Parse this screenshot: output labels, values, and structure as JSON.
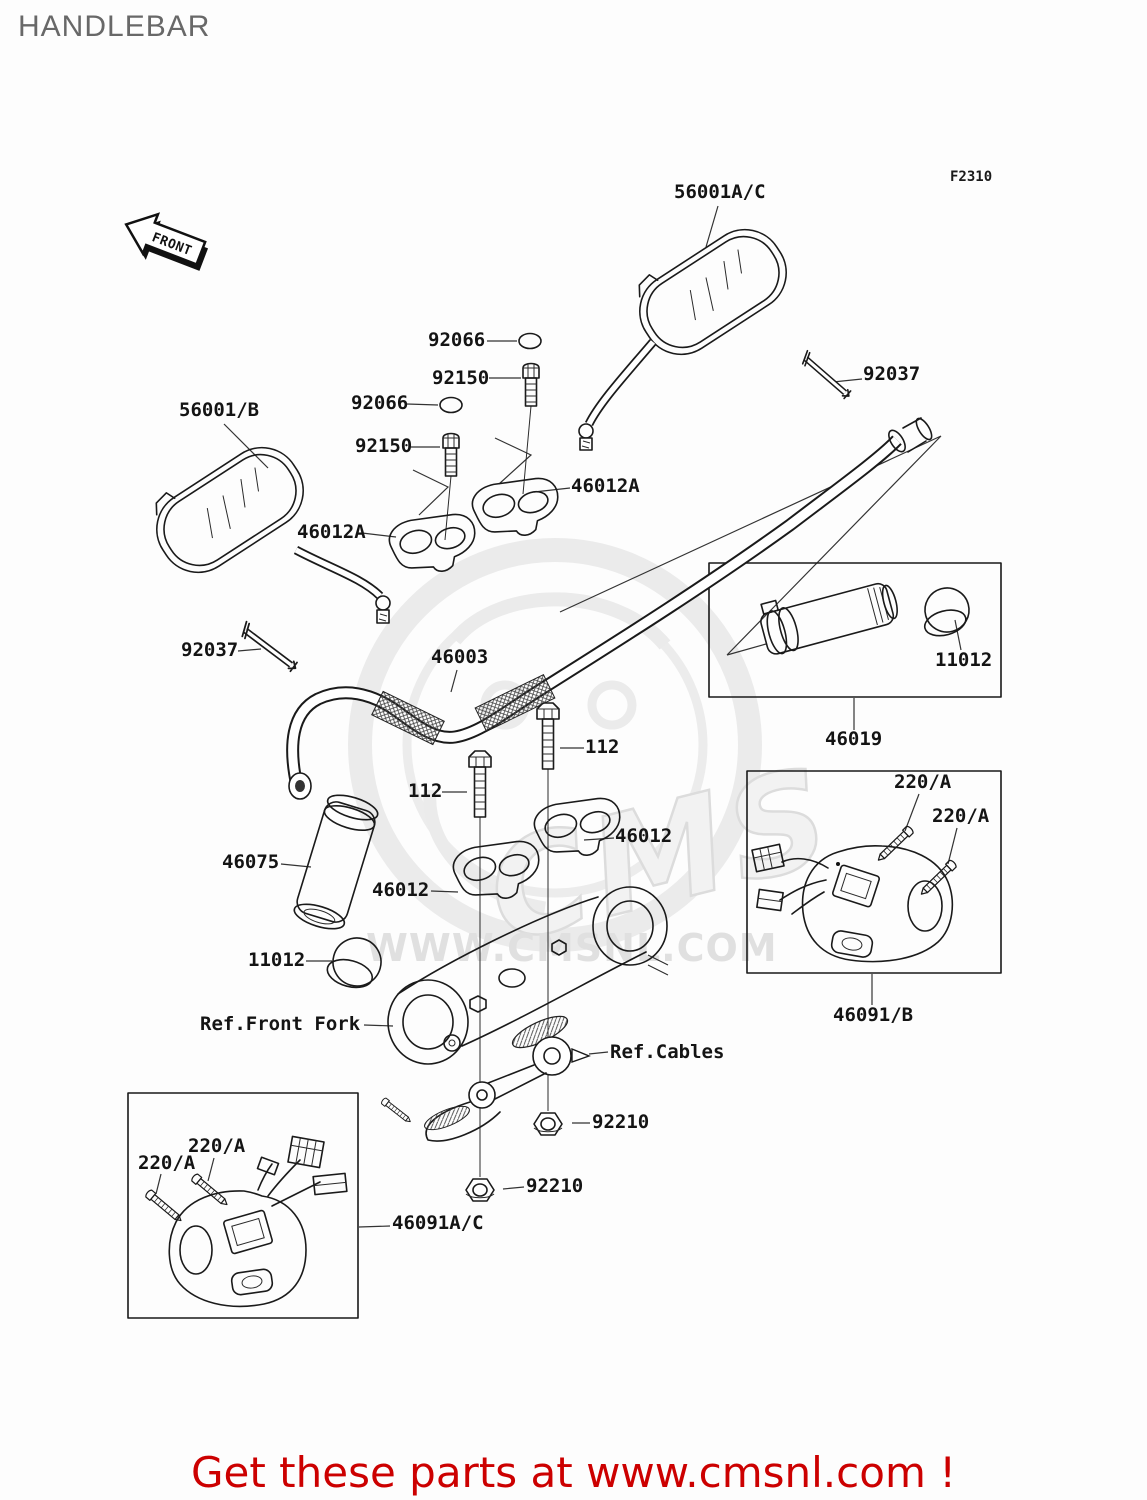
{
  "page": {
    "title": "HANDLEBAR",
    "figure_code": "F2310",
    "front_marker": "FRONT",
    "footer_text": "Get these parts at www.cmsnl.com !"
  },
  "watermark": {
    "logo": "CMS",
    "url": "WWW.CMSNL.COM"
  },
  "colors": {
    "footer_red": "#cc0000",
    "title_gray": "#686868",
    "ink": "#1a1a1a",
    "watermark_gray": "#e2e2e2"
  },
  "parts": {
    "mirror_right": "56001A/C",
    "mirror_left": "56001/B",
    "screw_92037": "92037",
    "washer_92066": "92066",
    "bolt_92150": "92150",
    "clamp_46012a": "46012A",
    "handlebar_46003": "46003",
    "bolt_112": "112",
    "holder_46012": "46012",
    "grip_46075": "46075",
    "cap_11012": "11012",
    "grip_assy_46019": "46019",
    "screw_220a": "220/A",
    "switch_right_46091b": "46091/B",
    "switch_left_46091ac": "46091A/C",
    "nut_92210": "92210",
    "ref_front_fork": "Ref.Front Fork",
    "ref_cables": "Ref.Cables"
  }
}
